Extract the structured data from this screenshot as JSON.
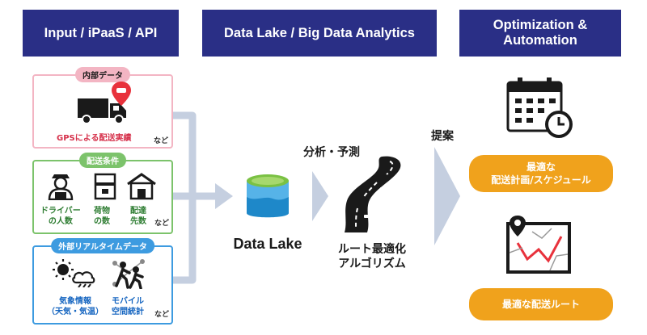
{
  "headers": {
    "input": "Input / iPaaS / API",
    "datalake": "Data Lake / Big Data Analytics",
    "optimization": "Optimization &\nAutomation"
  },
  "internal": {
    "tag": "内部データ",
    "caption": "GPSによる配送実績",
    "etc": "など"
  },
  "conditions": {
    "tag": "配送条件",
    "items": [
      {
        "label": "ドライバー\nの人数"
      },
      {
        "label": "荷物\nの数"
      },
      {
        "label": "配達\n先数"
      }
    ],
    "etc": "など"
  },
  "external": {
    "tag": "外部リアルタイムデータ",
    "items": [
      {
        "label": "気象情報\n（天気・気温）"
      },
      {
        "label": "モバイル\n空間統計"
      }
    ],
    "etc": "など"
  },
  "center": {
    "datalake_label": "Data Lake",
    "analysis_label": "分析・予測",
    "algorithm_label": "ルート最適化\nアルゴリズム",
    "propose_label": "提案"
  },
  "outputs": {
    "schedule": "最適な\n配送計画/スケジュール",
    "route": "最適な配送ルート"
  },
  "colors": {
    "header_bg": "#2a2f86",
    "internal": "#f3b5c3",
    "conditions": "#7cc36b",
    "external": "#3d9be0",
    "pill": "#f0a21c",
    "arrow": "#c5cfe0",
    "marker_red": "#e8323c"
  },
  "icons": [
    "truck-icon",
    "map-pin-icon",
    "driver-icon",
    "package-icon",
    "house-icon",
    "weather-icon",
    "people-network-icon",
    "datalake-cylinder-icon",
    "road-icon",
    "calendar-clock-icon",
    "route-map-icon"
  ]
}
